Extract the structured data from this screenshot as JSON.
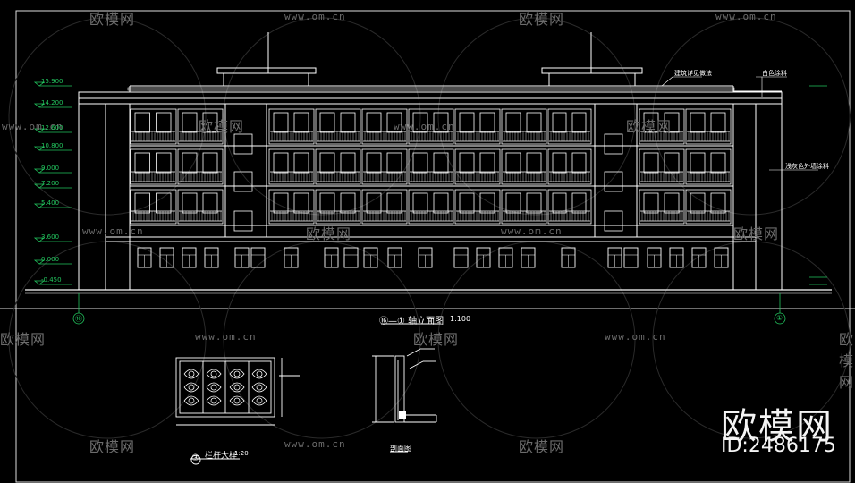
{
  "drawing": {
    "main_title": "⑯—① 轴立面图",
    "main_scale": "1:100",
    "railing_title": "栏杆大样",
    "railing_number": "③",
    "railing_scale": "1:20",
    "section_title": "剖面图",
    "left_axis": "⑯",
    "right_axis": "①",
    "left_levels": [
      "15.900",
      "14.200",
      "12.600",
      "10.800",
      "9.000",
      "7.200",
      "5.400",
      "3.600",
      "0.000",
      "-0.450"
    ],
    "annotations": [
      "建筑详见做法",
      "白色涂料",
      "浅灰色外墙涂料"
    ]
  },
  "watermarks": {
    "brand": "欧模网",
    "url": "www.om.cn",
    "id_text": "ID:2486175"
  },
  "colors": {
    "background": "#000000",
    "lines": "#ffffff",
    "levels": "#22c55e",
    "watermark": "#6c6c6c"
  }
}
